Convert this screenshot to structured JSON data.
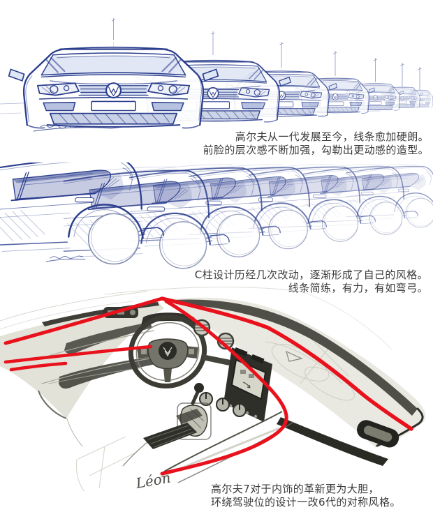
{
  "page": {
    "title": "Volkswagen Golf design evolution sketches",
    "background": "#ffffff"
  },
  "colors": {
    "ink_blue": "#2b3e8e",
    "accent_red": "#e8111c",
    "marker_gray": "#3c3c35",
    "caption_text": "#3a3a3a"
  },
  "sections": {
    "front_lineup": {
      "car_count": 7,
      "caption_line1": "高尔夫从一代发展至今，线条愈加硬朗。",
      "caption_line2": "前脸的层次感不断加强，勾勒出更动感的造型。"
    },
    "c_pillar": {
      "car_count": 7,
      "caption_line1": "C柱设计历经几次改动，逐渐形成了自己的风格。",
      "caption_line2": "线条简练，有力，有如弯弓。"
    },
    "interior": {
      "signature": "Léon",
      "caption_line1": "高尔夫7对于内饰的革新更为大胆，",
      "caption_line2": "环绕驾驶位的设计一改6代的对称风格。"
    }
  }
}
